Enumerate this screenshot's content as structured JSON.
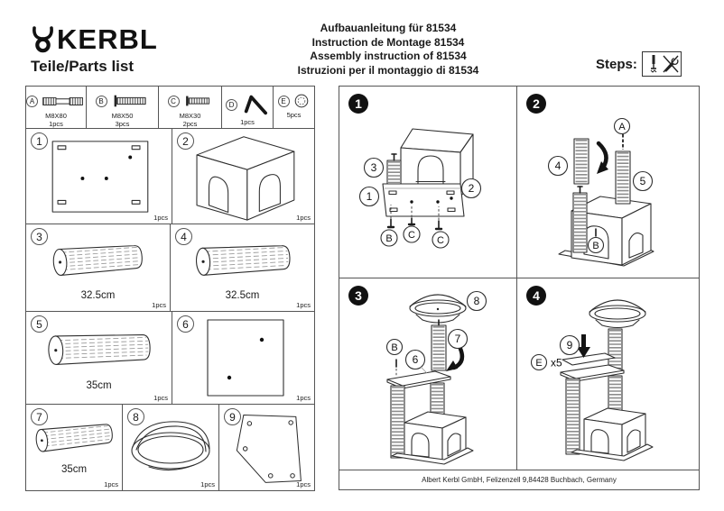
{
  "header": {
    "brand": "KERBL",
    "brand_color": "#111111",
    "parts_list_title": "Teile/Parts list",
    "title_lines": [
      "Aufbauanleitung für 81534",
      "Instruction de Montage 81534",
      "Assembly instruction of 81534",
      "Istruzioni per il montaggio di 81534"
    ],
    "steps_label": "Steps:"
  },
  "hardware": [
    {
      "id": "A",
      "size": "M8X80",
      "qty": "1pcs",
      "icon": "threaded-rod"
    },
    {
      "id": "B",
      "size": "M8X50",
      "qty": "3pcs",
      "icon": "bolt-long"
    },
    {
      "id": "C",
      "size": "M8X30",
      "qty": "2pcs",
      "icon": "bolt-short"
    },
    {
      "id": "D",
      "size": "",
      "qty": "1pcs",
      "icon": "allen-key"
    },
    {
      "id": "E",
      "size": "",
      "qty": "5pcs",
      "icon": "cap-nut"
    }
  ],
  "parts": [
    {
      "num": "1",
      "size": "",
      "qty": "1pcs",
      "icon": "base-panel"
    },
    {
      "num": "2",
      "size": "",
      "qty": "1pcs",
      "icon": "cat-house"
    },
    {
      "num": "3",
      "size": "32.5cm",
      "qty": "1pcs",
      "icon": "sisal-post"
    },
    {
      "num": "4",
      "size": "32.5cm",
      "qty": "1pcs",
      "icon": "sisal-post"
    },
    {
      "num": "5",
      "size": "35cm",
      "qty": "1pcs",
      "icon": "sisal-post"
    },
    {
      "num": "6",
      "size": "",
      "qty": "1pcs",
      "icon": "square-panel"
    },
    {
      "num": "7",
      "size": "35cm",
      "qty": "1pcs",
      "icon": "sisal-post"
    },
    {
      "num": "8",
      "size": "",
      "qty": "1pcs",
      "icon": "basket"
    },
    {
      "num": "9",
      "size": "",
      "qty": "1pcs",
      "icon": "pentagon-panel"
    }
  ],
  "steps": [
    {
      "num": "1",
      "labels": {
        "part3": "3",
        "part1": "1",
        "part2": "2",
        "screwB": "B",
        "screwC1": "C",
        "screwC2": "C"
      }
    },
    {
      "num": "2",
      "labels": {
        "rodA": "A",
        "part4": "4",
        "part5": "5",
        "screwB": "B"
      }
    },
    {
      "num": "3",
      "labels": {
        "part8": "8",
        "part7": "7",
        "screwB": "B",
        "part6": "6"
      }
    },
    {
      "num": "4",
      "labels": {
        "part9": "9",
        "capE": "E",
        "capE_qty": "x5"
      }
    }
  ],
  "footer": {
    "address": "Albert Kerbl GmbH, Felizenzell 9,84428 Buchbach, Germany"
  }
}
